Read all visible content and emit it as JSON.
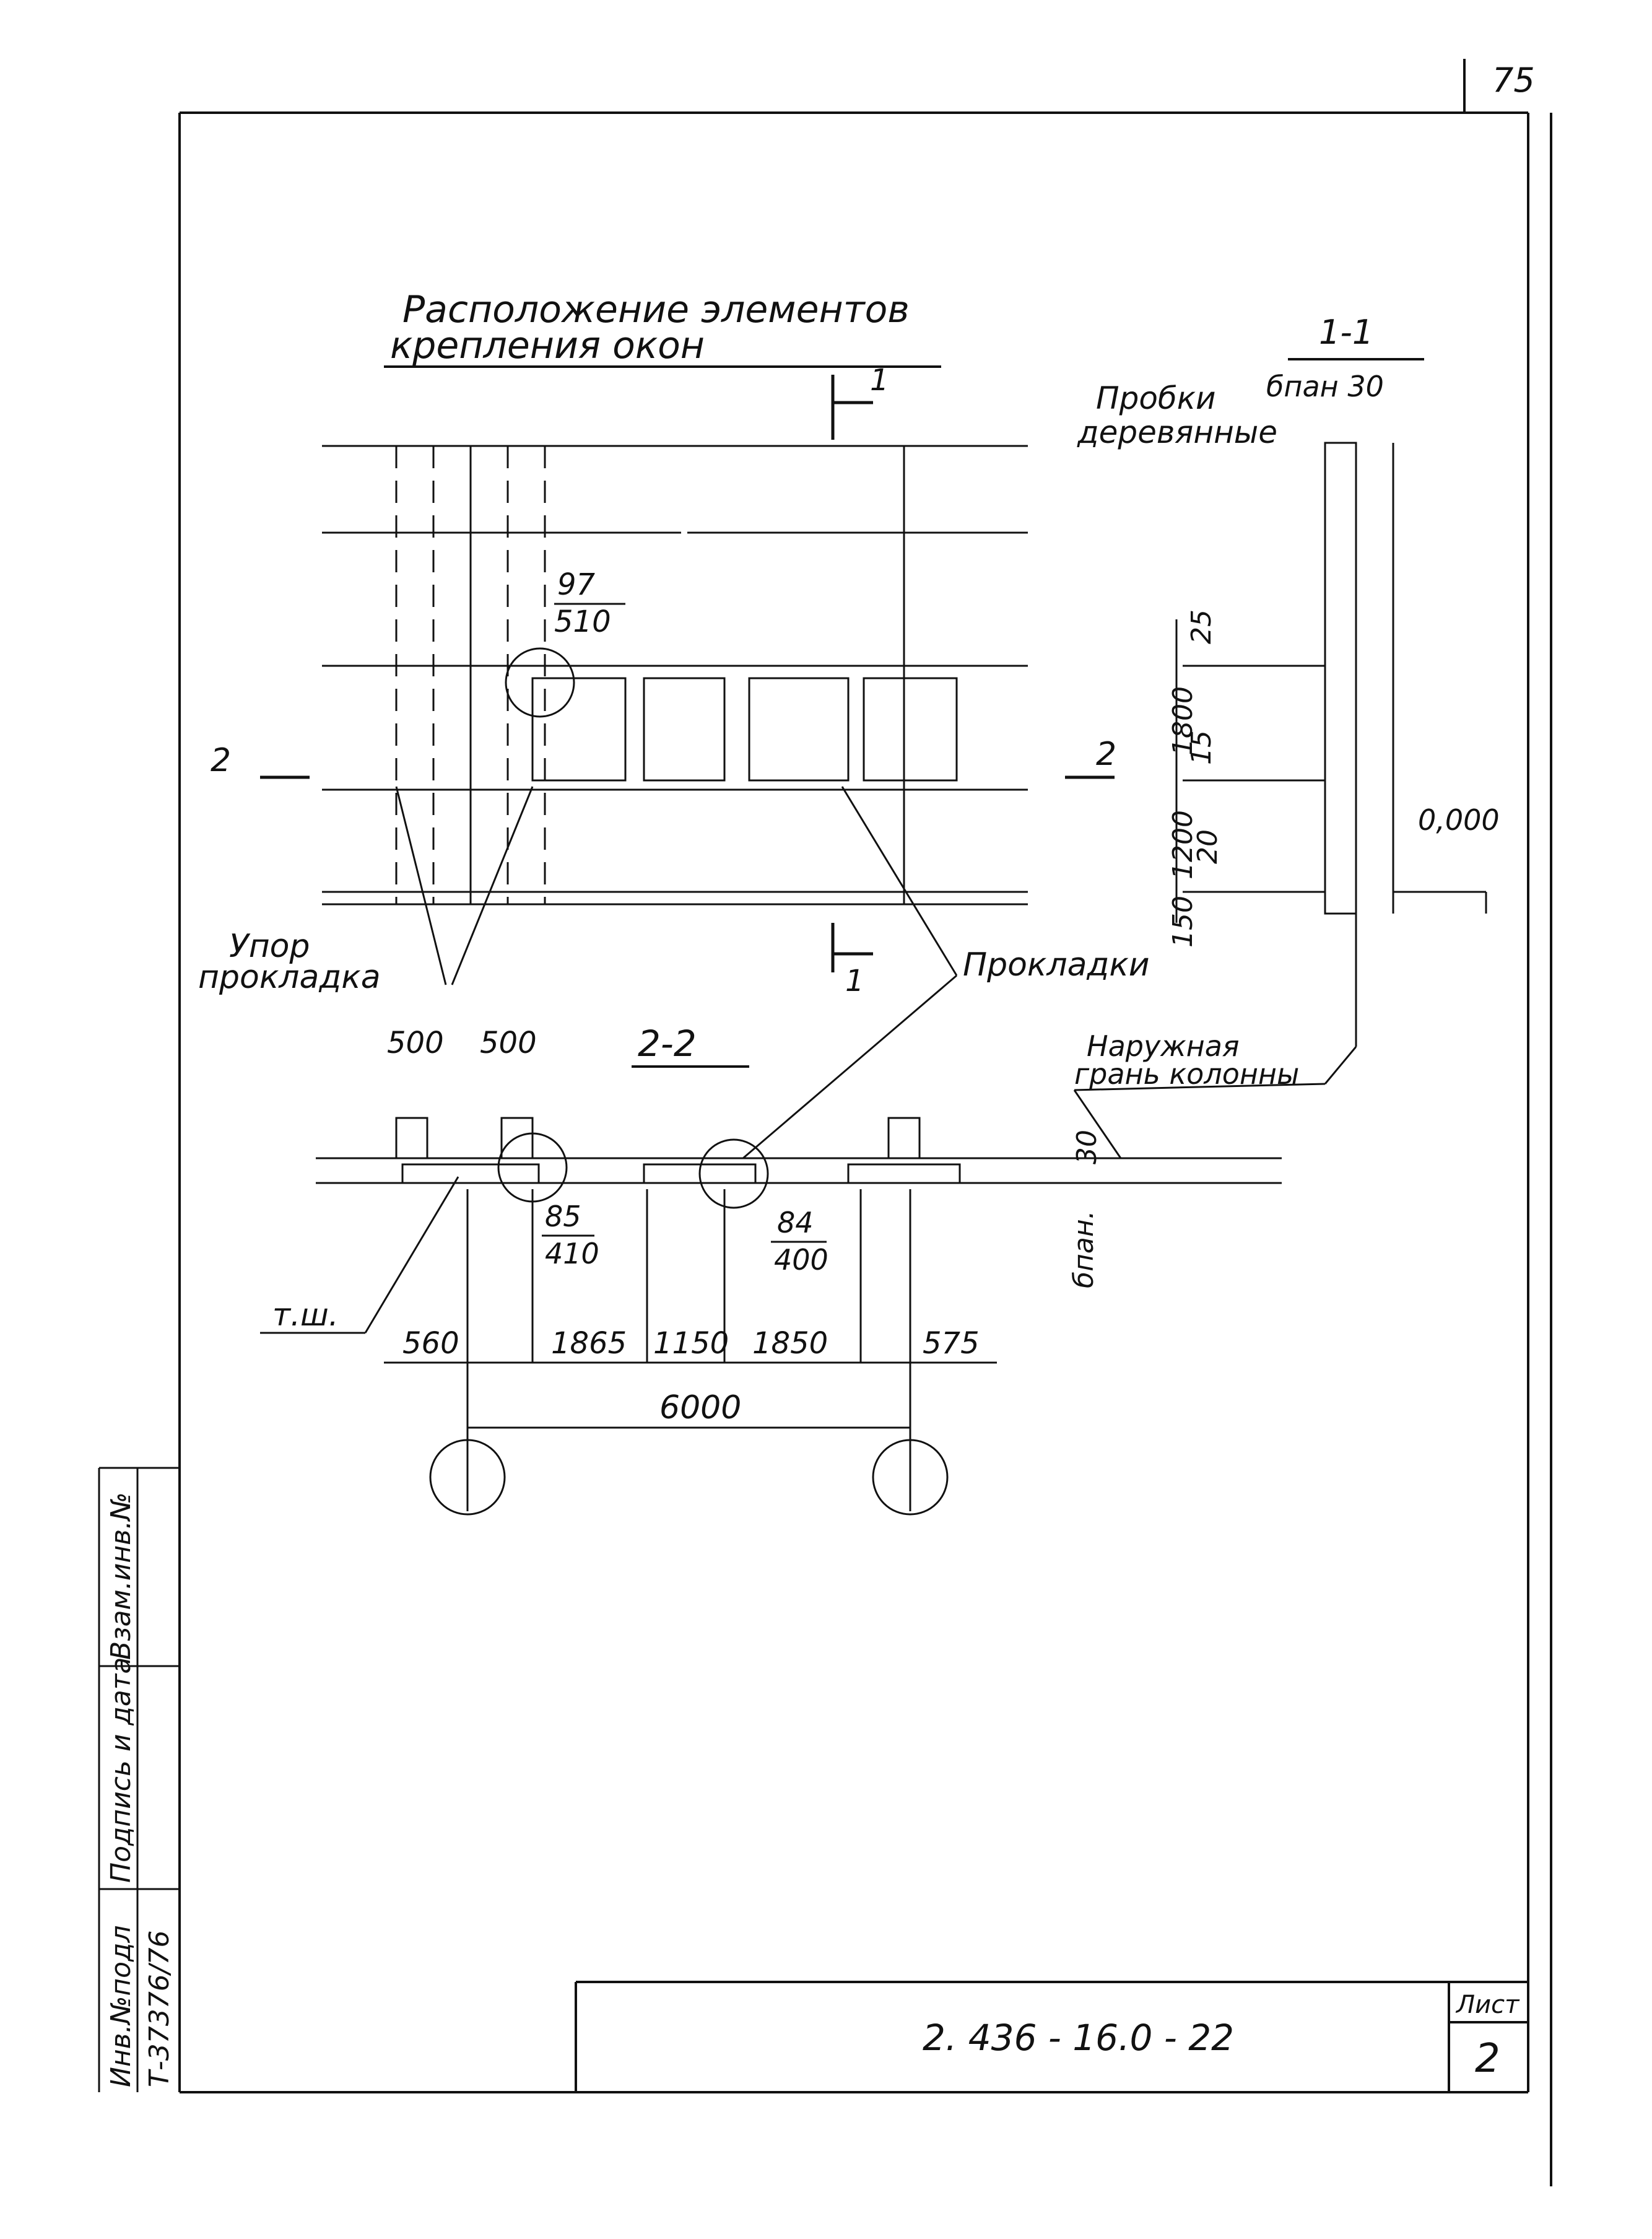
{
  "sheet": {
    "page_number": "75",
    "drawing_code": "2. 436 - 16.0 - 22",
    "sheet_label": "Лист",
    "sheet_number": "2"
  },
  "side_stamp": {
    "inv_no_orig": "Инв.№подл",
    "signature_date": "Подпись и дата",
    "replace_inv": "Взам.инв.№",
    "inv_value": "Т-37376/76"
  },
  "plan": {
    "title_line1": "Расположение элементов",
    "title_line2": "крепления окон",
    "section_1_mark": "1",
    "section_2_mark": "2",
    "detail_num_97": "97",
    "detail_sheet_510": "510",
    "label_stop": "Упор",
    "label_pad": "прокладка",
    "label_pads": "Прокладки"
  },
  "section_1_1": {
    "title": "1-1",
    "plugs_line1": "Пробки",
    "plugs_line2": "деревянные",
    "dim_top": "бпан 30",
    "dims": [
      "25",
      "1800",
      "15",
      "20",
      "1200",
      "150"
    ],
    "level": "0,000",
    "outer_face_line1": "Наружная",
    "outer_face_line2": "грань колонны"
  },
  "section_2_2": {
    "title": "2-2",
    "dim_500a": "500",
    "dim_500b": "500",
    "detail_85": "85",
    "detail_410": "410",
    "detail_84": "84",
    "detail_400": "400",
    "dim_30": "30",
    "dim_bpan": "бпан.",
    "label_tsh": "т.ш.",
    "dims_bottom": [
      "560",
      "1865",
      "1150",
      "1850",
      "575"
    ],
    "dim_total": "6000"
  }
}
